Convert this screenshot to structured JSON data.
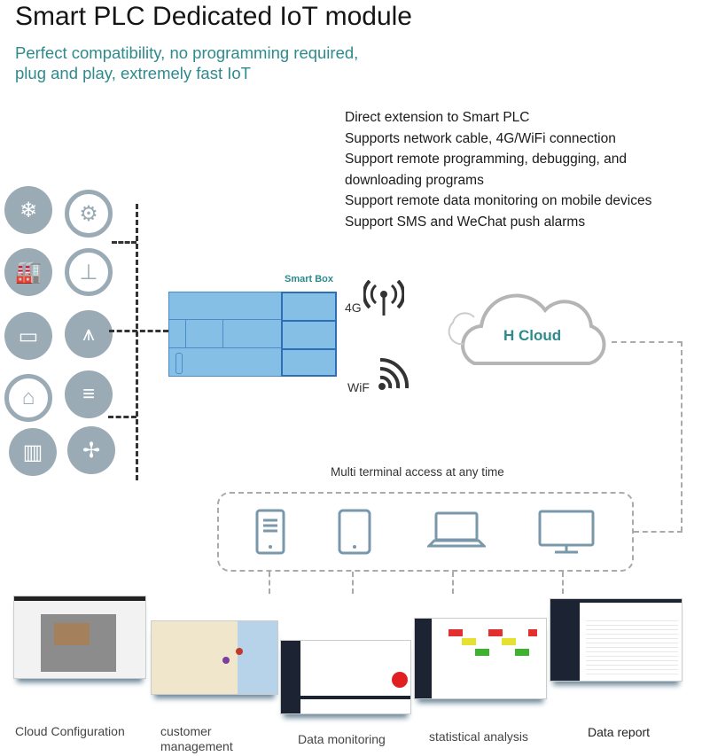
{
  "header": {
    "title": "Smart PLC Dedicated IoT module",
    "subtitle_lines": [
      "Perfect compatibility, no programming required,",
      "plug and play, extremely fast IoT"
    ]
  },
  "features": [
    "Direct extension to Smart PLC",
    "Supports network cable, 4G/WiFi connection",
    "Support remote programming, debugging, and",
    "downloading programs",
    "Support remote data monitoring on mobile devices",
    "Support SMS and WeChat push alarms"
  ],
  "industry_icons": [
    "snowflake-icon",
    "robot-arm-icon",
    "factory-icon",
    "valve-icon",
    "conveyor-icon",
    "oil-derrick-icon",
    "farm-icon",
    "harvester-icon",
    "refinery-icon",
    "wind-turbine-icon"
  ],
  "device": {
    "module_label": "Smart Box",
    "connection_4g": "4G",
    "connection_wifi": "WiF"
  },
  "cloud": {
    "label": "H Cloud"
  },
  "terminals": {
    "caption": "Multi terminal access at any time",
    "devices": [
      "phone-icon",
      "tablet-icon",
      "laptop-icon",
      "monitor-icon"
    ]
  },
  "features_screens": [
    {
      "label": "Cloud Configuration"
    },
    {
      "label": "customer management"
    },
    {
      "label": "Data monitoring"
    },
    {
      "label": "statistical analysis"
    },
    {
      "label": "Data report"
    }
  ],
  "colors": {
    "teal": "#2e8a8c",
    "icon_grey": "#9aabb6",
    "plc_blue": "#86bfe6"
  }
}
